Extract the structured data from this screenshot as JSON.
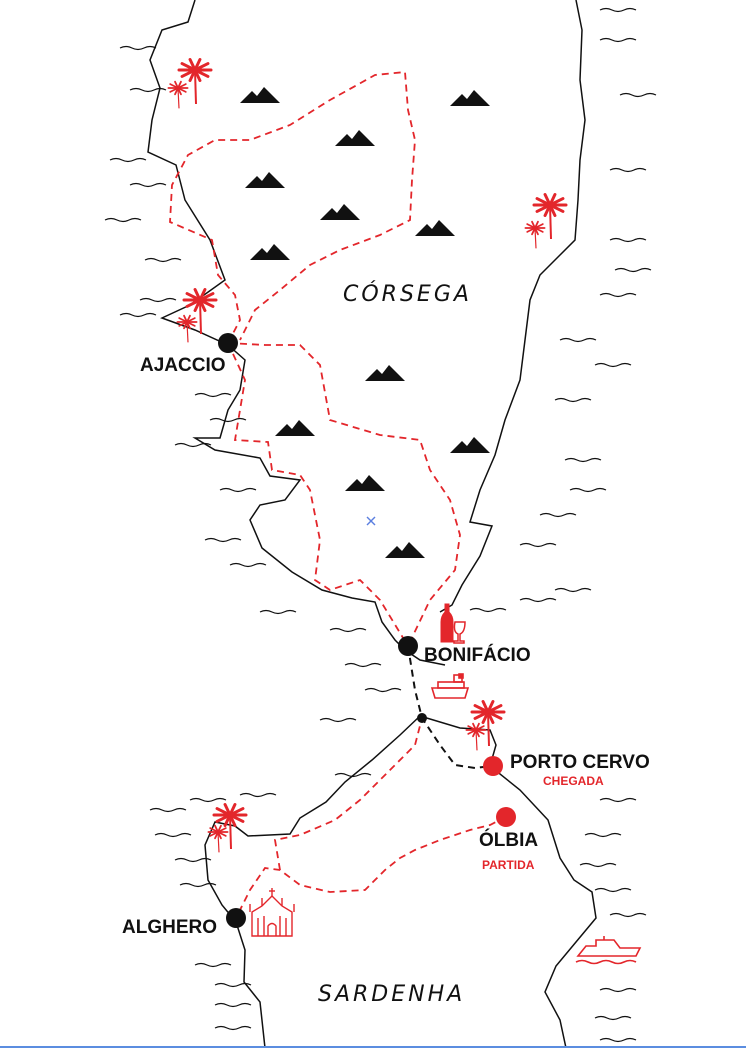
{
  "regions": {
    "corsica": "CÓRSEGA",
    "sardinia": "SARDENHA"
  },
  "places": {
    "ajaccio": {
      "name": "AJACCIO"
    },
    "bonifacio": {
      "name": "BONIFÁCIO"
    },
    "porto_cervo": {
      "name": "PORTO CERVO",
      "note": "CHEGADA"
    },
    "olbia": {
      "name": "ÓLBIA",
      "note": "PARTIDA"
    },
    "alghero": {
      "name": "ALGHERO"
    }
  },
  "colors": {
    "accent": "#e3262b",
    "ink": "#111111",
    "marker": "#5b7fe0"
  },
  "icons": [
    "mountain-icon",
    "palm-tree-icon",
    "wine-icon",
    "ferry-icon",
    "cathedral-icon",
    "yacht-icon"
  ]
}
